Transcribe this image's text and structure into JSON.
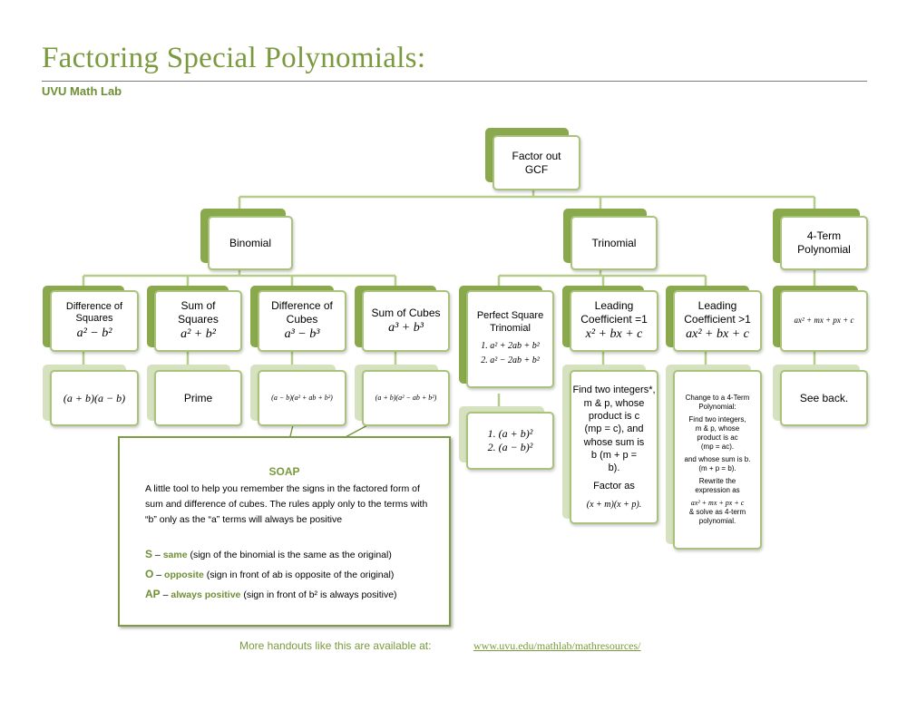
{
  "header": {
    "title": "Factoring Special Polynomials:",
    "subtitle": "UVU Math Lab"
  },
  "root": {
    "label": "Factor out GCF"
  },
  "categories": {
    "binomial": "Binomial",
    "trinomial": "Trinomial",
    "four_term": "4-Term Polynomial"
  },
  "cases": {
    "diff_squares": {
      "label": "Difference of Squares",
      "formula": "a² − b²",
      "result": "(a + b)(a − b)"
    },
    "sum_squares": {
      "label": "Sum of Squares",
      "formula": "a² + b²",
      "result": "Prime"
    },
    "diff_cubes": {
      "label": "Difference of Cubes",
      "formula": "a³ − b³",
      "result": "(a − b)(a² + ab + b²)"
    },
    "sum_cubes": {
      "label": "Sum of Cubes",
      "formula": "a³ + b³",
      "result": "(a + b)(a² − ab + b²)"
    },
    "perfect_square": {
      "label": "Perfect Square Trinomial",
      "forms": [
        "1. a² + 2ab + b²",
        "2. a² − 2ab + b²"
      ],
      "results": [
        "1. (a + b)²",
        "2. (a − b)²"
      ]
    },
    "lead_one": {
      "label": "Leading Coefficient =1",
      "formula": "x² + bx + c",
      "steps": [
        "Find two integers*,",
        "m & p, whose",
        "product is c",
        "(mp = c), and",
        "whose sum is",
        "b  (m + p =",
        "b).",
        "Factor as",
        "(x + m)(x + p)."
      ]
    },
    "lead_gt_one": {
      "label": "Leading Coefficient >1",
      "formula": "ax² + bx + c",
      "steps": [
        "Change to a 4-Term",
        "Polynomial:",
        "Find two integers,",
        "m & p, whose",
        "product is ac",
        "(mp = ac).",
        "and whose sum is b.",
        "(m + p = b).",
        "Rewrite the",
        "expression as",
        "ax² + mx + px + c",
        "& solve as 4-term",
        "polynomial."
      ]
    },
    "four_term": {
      "formula": "ax² + mx + px + c",
      "result": "See back."
    }
  },
  "soap": {
    "title": "SOAP",
    "description": "A little tool to help you remember the signs in the factored form of sum and difference of cubes.  The rules apply only to the terms with “b” only as the “a” terms will always be positive",
    "rules": [
      {
        "letter": "S",
        "dash": " – ",
        "keyword": "same",
        "text": " (sign of the binomial is the same as the original)"
      },
      {
        "letter": "O",
        "dash": " – ",
        "keyword": "opposite",
        "text": " (sign in front of ab is opposite of the original)"
      },
      {
        "letter": "AP",
        "dash": " – ",
        "keyword": "always positive",
        "text": " (sign in front of b² is always positive)"
      }
    ]
  },
  "footer": {
    "text": "More handouts like this are available at:",
    "link": "www.uvu.edu/mathlab/mathresources/"
  }
}
